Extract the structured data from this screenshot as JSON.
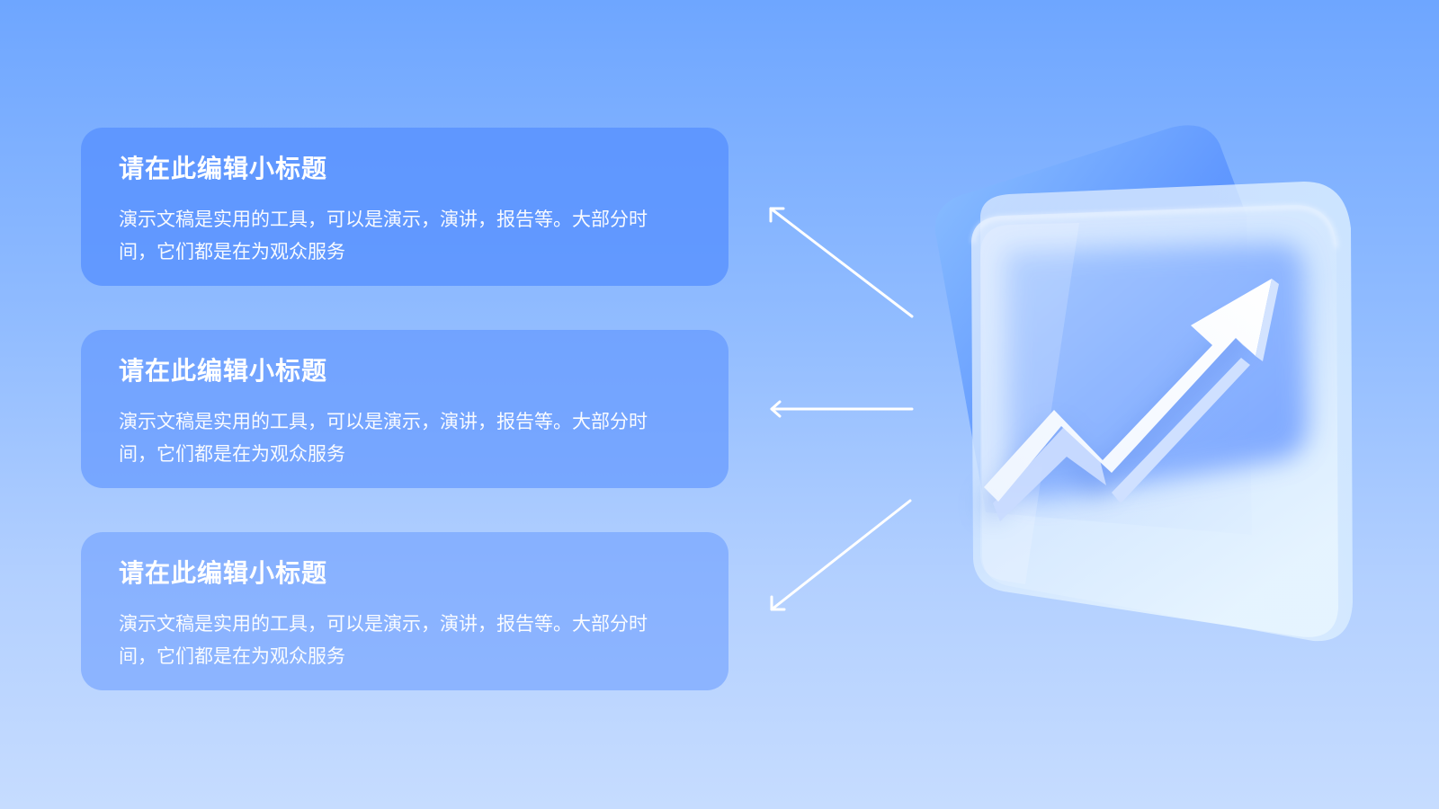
{
  "cards": [
    {
      "title": "请在此编辑小标题",
      "body": "演示文稿是实用的工具，可以是演示，演讲，报告等。大部分时间，它们都是在为观众服务"
    },
    {
      "title": "请在此编辑小标题",
      "body": "演示文稿是实用的工具，可以是演示，演讲，报告等。大部分时间，它们都是在为观众服务"
    },
    {
      "title": "请在此编辑小标题",
      "body": "演示文稿是实用的工具，可以是演示，演讲，报告等。大部分时间，它们都是在为观众服务"
    }
  ],
  "icons": {
    "illustration": "growth-trend-arrow-icon",
    "connector": "arrow-icon"
  },
  "colors": {
    "background_top": "#6ea6ff",
    "background_bottom": "#c6dcff",
    "card": "#5891ff",
    "text": "#ffffff"
  }
}
